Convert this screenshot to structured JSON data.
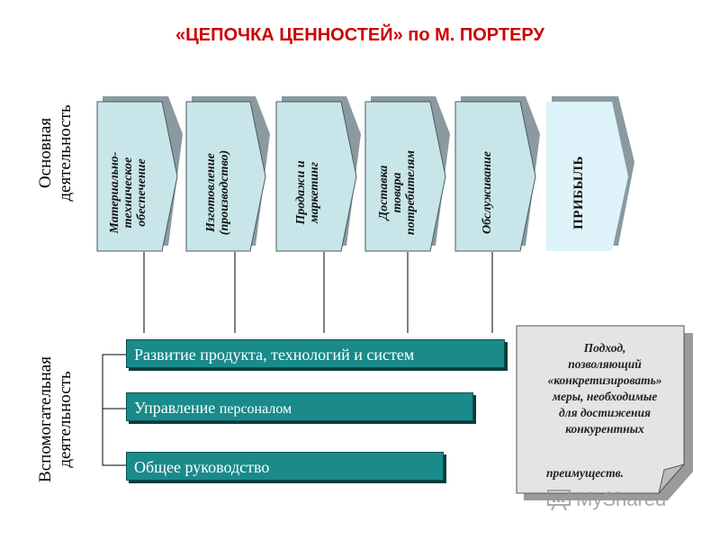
{
  "title": "«ЦЕПОЧКА ЦЕННОСТЕЙ» по М. ПОРТЕРУ",
  "side_labels": {
    "main": "Основная\nдеятельность",
    "aux": "Вспомогательная\nдеятельность"
  },
  "primary_activities": [
    "Материально-\nтехническое\nобеспечение",
    "Изготовление\n(производство)",
    "Продажи и\nмаркетинг",
    "Доставка\nтовара\nпотребителям",
    "Обслуживание"
  ],
  "profit": "ПРИБЫЛЬ",
  "support_activities": {
    "item1": "Развитие продукта, технологий и систем",
    "item2_a": "Управление ",
    "item2_b": "персоналом",
    "item3": "Общее руководство"
  },
  "note": {
    "text": "Подход,\nпозволяющий\n«конкретизировать»\nмеры, необходимые\nдля достижения\nконкурентных",
    "last": "преимуществ."
  },
  "watermark": "MyShared",
  "colors": {
    "title": "#cc0000",
    "chevron_fill": "#c8e6ea",
    "profit_fill": "#dff3fb",
    "bar_fill": "#1a8a8a",
    "note_fill": "#e4e4e4"
  }
}
